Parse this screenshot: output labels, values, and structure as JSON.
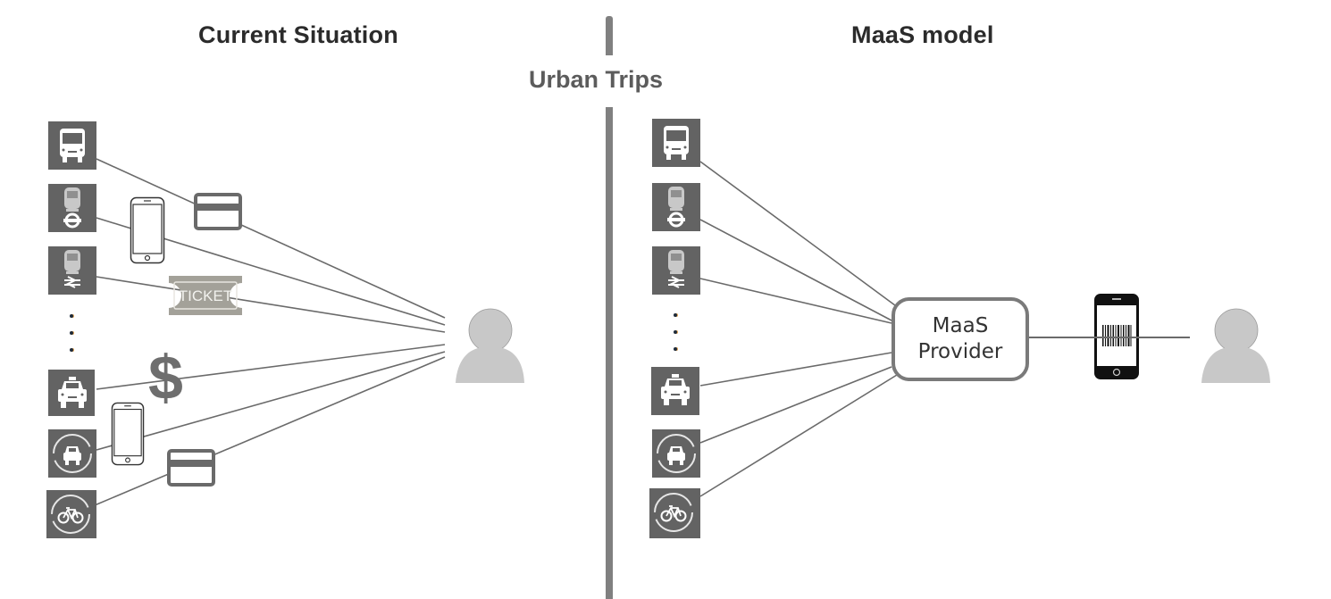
{
  "header": {
    "left_title": "Current Situation",
    "right_title": "MaaS model",
    "center_label": "Urban Trips"
  },
  "current_situation": {
    "transport_modes": [
      {
        "name": "bus",
        "icon": "bus-icon"
      },
      {
        "name": "underground",
        "icon": "underground-train-icon"
      },
      {
        "name": "national-rail",
        "icon": "national-rail-train-icon"
      },
      {
        "name": "more-modes",
        "icon": "ellipsis-dots"
      },
      {
        "name": "taxi",
        "icon": "taxi-icon"
      },
      {
        "name": "car-sharing",
        "icon": "car-sharing-icon"
      },
      {
        "name": "bike-sharing",
        "icon": "bike-sharing-icon"
      }
    ],
    "payment_items": [
      {
        "name": "credit-card",
        "icon": "credit-card-icon"
      },
      {
        "name": "smartphone",
        "icon": "smartphone-icon"
      },
      {
        "name": "paper-ticket",
        "icon": "ticket-icon",
        "label": "TICKET"
      },
      {
        "name": "cash",
        "icon": "dollar-icon",
        "label": "$"
      },
      {
        "name": "smartphone",
        "icon": "smartphone-icon"
      },
      {
        "name": "credit-card",
        "icon": "credit-card-icon"
      }
    ],
    "user": "traveller"
  },
  "maas_model": {
    "transport_modes": [
      {
        "name": "bus",
        "icon": "bus-icon"
      },
      {
        "name": "underground",
        "icon": "underground-train-icon"
      },
      {
        "name": "national-rail",
        "icon": "national-rail-train-icon"
      },
      {
        "name": "more-modes",
        "icon": "ellipsis-dots"
      },
      {
        "name": "taxi",
        "icon": "taxi-icon"
      },
      {
        "name": "car-sharing",
        "icon": "car-sharing-icon"
      },
      {
        "name": "bike-sharing",
        "icon": "bike-sharing-icon"
      }
    ],
    "provider": {
      "line1": "MaaS",
      "line2": "Provider"
    },
    "app": "smartphone-barcode-ticket",
    "user": "traveller"
  },
  "colors": {
    "icon_bg": "#636363",
    "divider": "#808080",
    "line": "#6a6a6a",
    "person": "#c8c8c8",
    "ticket": "#a3a199"
  }
}
